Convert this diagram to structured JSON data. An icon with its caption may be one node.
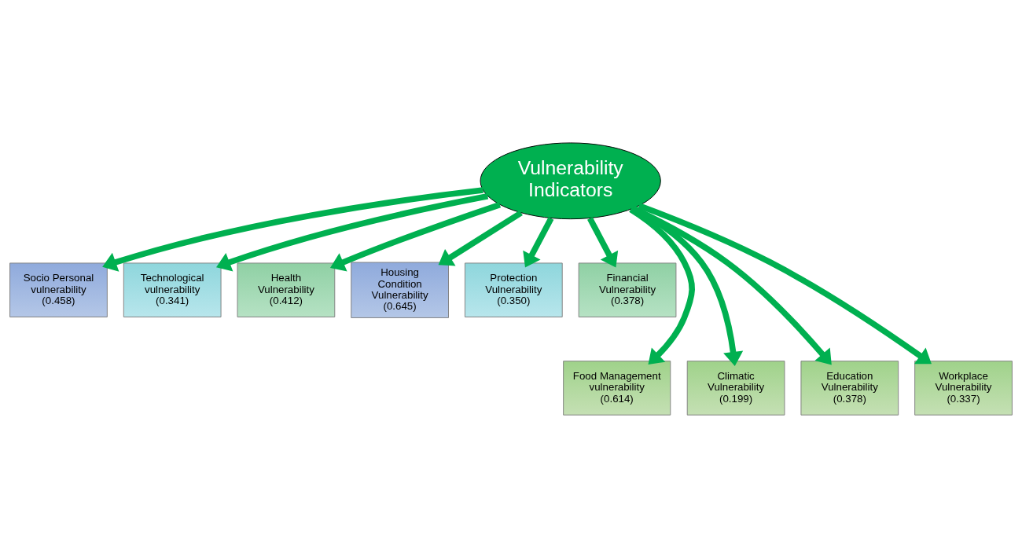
{
  "diagram": {
    "nodes": [
      {
        "text": [
          "Vulnerability Indicators"
        ]
      },
      {
        "text": [
          "Socio Personal vulnerability",
          "(0.458)"
        ]
      },
      {
        "text": [
          "Technological vulnerability",
          "(0.341)"
        ]
      },
      {
        "text": [
          "Health Vulnerability",
          "(0.412)"
        ]
      },
      {
        "text": [
          "Housing Condition Vulnerability",
          "(0.645)"
        ]
      },
      {
        "text": [
          "Protection Vulnerability",
          "(0.350)"
        ]
      },
      {
        "text": [
          "Financial Vulnerability",
          "(0.378)"
        ]
      },
      {
        "text": [
          "Food Management vulnerability",
          "(0.614)"
        ]
      },
      {
        "text": [
          "Climatic Vulnerability",
          "(0.199)"
        ]
      },
      {
        "text": [
          "Education Vulnerability",
          "(0.378)"
        ]
      },
      {
        "text": [
          "Workplace Vulnerability",
          "(0.337)"
        ]
      }
    ],
    "edges": [
      {
        "from": 0,
        "to": 1,
        "arrow": "to"
      },
      {
        "from": 0,
        "to": 2,
        "arrow": "to"
      },
      {
        "from": 0,
        "to": 3,
        "arrow": "to"
      },
      {
        "from": 0,
        "to": 4,
        "arrow": "to"
      },
      {
        "from": 0,
        "to": 5,
        "arrow": "to"
      },
      {
        "from": 0,
        "to": 6,
        "arrow": "to"
      },
      {
        "from": 0,
        "to": 7,
        "arrow": "to"
      },
      {
        "from": 0,
        "to": 8,
        "arrow": "to"
      },
      {
        "from": 0,
        "to": 9,
        "arrow": "to"
      },
      {
        "from": 0,
        "to": 10,
        "arrow": "to"
      }
    ]
  }
}
